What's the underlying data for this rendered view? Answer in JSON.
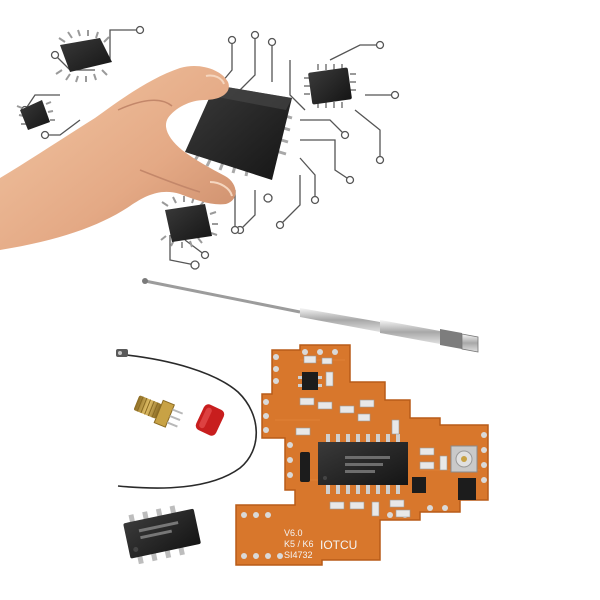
{
  "product": {
    "board_version_label": "V6.0",
    "board_model_label": "K5 / K6",
    "board_chip_label": "SI4732",
    "board_brand_label": "IOTCU"
  },
  "colors": {
    "pcb": "#d8772c",
    "pcb_edge": "#b85c18",
    "chip": "#1f1f1f",
    "pin": "#bdbdbd",
    "skin": "#e9b48f",
    "antenna": "#c9c9c9",
    "cap_red": "#c81e1e",
    "connector_gold": "#c8a245"
  }
}
